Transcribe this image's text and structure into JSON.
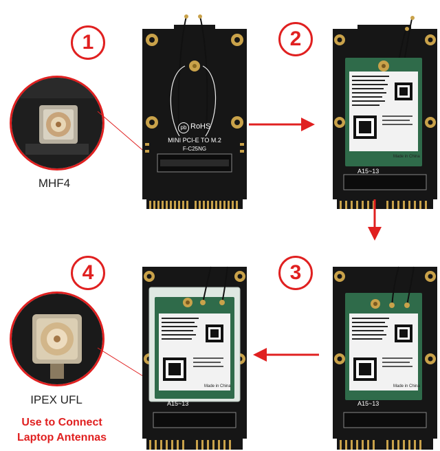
{
  "steps": [
    "1",
    "2",
    "3",
    "4"
  ],
  "board_text": {
    "rohs": "RoHS",
    "pb": "pb",
    "model_line": "MINI PCI-E TO M.2",
    "code_line": "F-C25NG"
  },
  "card_text": {
    "slot_label": "A15~13",
    "made_in": "Made in China"
  },
  "callouts": {
    "mhf4": "MHF4",
    "ipex": "IPEX UFL",
    "note_line1": "Use to Connect",
    "note_line2": "Laptop Antennas"
  },
  "colors": {
    "accent": "#e02020",
    "board": "#161616",
    "gold": "#c9a24a",
    "card": "#2f6b4a"
  }
}
